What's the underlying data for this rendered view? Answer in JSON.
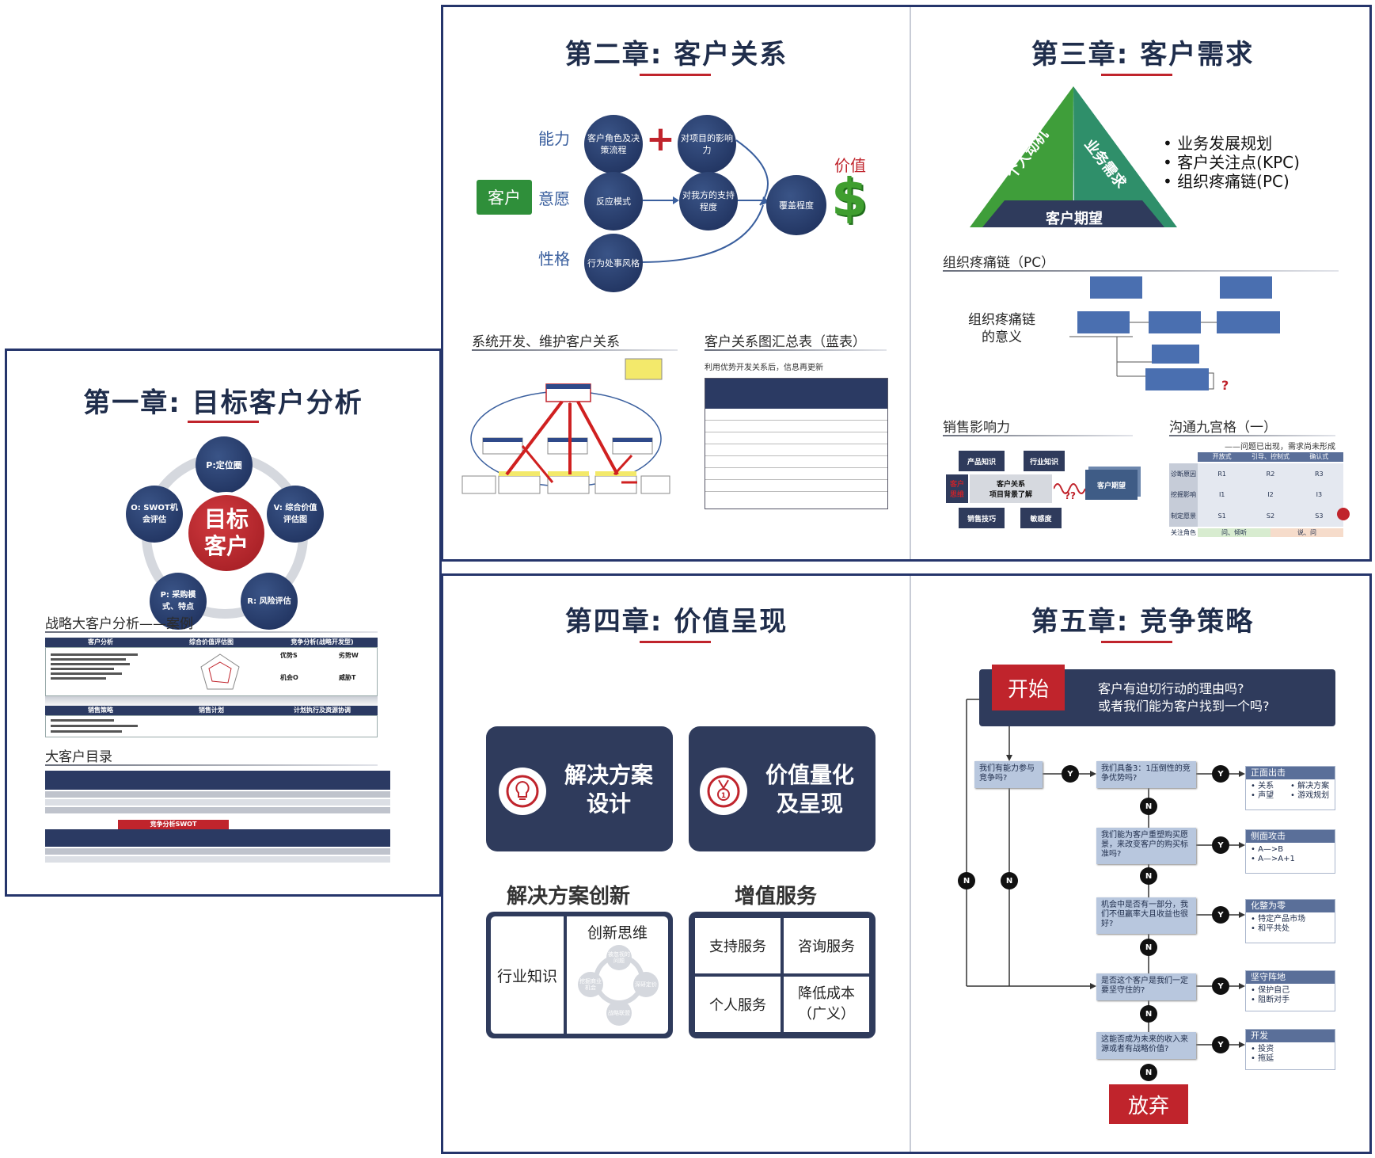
{
  "ch1": {
    "title": "第一章: 目标客户分析",
    "center": "目标\n客户",
    "spokes": [
      "P:定位圈",
      "V: 综合价值评估图",
      "R: 风险评估",
      "P: 采购模式、特点",
      "O: SWOT机会评估"
    ],
    "case_title": "战略大客户分析——案例",
    "case_headers": [
      "客户分析",
      "综合价值评估图",
      "竞争分析(战略开发型)"
    ],
    "swot_labels": [
      "优势S",
      "劣势W",
      "机会O",
      "威胁T"
    ],
    "case_row2": [
      "销售策略",
      "销售计划",
      "计划执行及资源协调"
    ],
    "catalog_title": "大客户目录",
    "swot_bar": "竞争分析SWOT"
  },
  "ch2": {
    "title": "第二章: 客户关系",
    "customer": "客户",
    "row_labels": [
      "能力",
      "意愿",
      "性格"
    ],
    "circles": [
      "客户角色及决策流程",
      "对项目的影响力",
      "反应模式",
      "对我方的支持程度",
      "行为处事风格",
      "覆盖程度"
    ],
    "value_label": "价值",
    "dollar": "$",
    "plus": "+",
    "sub1": "系统开发、维护客户关系",
    "sub2": "客户关系图汇总表（蓝表）",
    "sub2_note": "利用优势开发关系后，信息再更新"
  },
  "ch3": {
    "title": "第三章: 客户需求",
    "tri_left": "个人动机",
    "tri_right": "业务需求",
    "tri_bottom": "客户期望",
    "bullets": [
      "业务发展规划",
      "客户关注点(KPC)",
      "组织疼痛链(PC)"
    ],
    "pc_title": "组织疼痛链（PC）",
    "pc_meaning": "组织疼痛链\n的意义",
    "question": "?",
    "sales_title": "销售影响力",
    "cubes": [
      "产品知识",
      "行业知识",
      "客户关系\n项目背景了解",
      "销售技巧",
      "敏感度",
      "客户期望"
    ],
    "cube_side": "客户\n思维",
    "qq": "??",
    "nine_title": "沟通九宫格（一）",
    "nine_sub": "——问题已出现，需求尚未形成",
    "nine_cols": [
      "开放式",
      "引导、控制式",
      "确认式"
    ],
    "nine_rows": [
      "诊断原因",
      "挖掘影响",
      "制定愿景"
    ],
    "nine_cells": [
      "R1",
      "R2",
      "R3",
      "I1",
      "I2",
      "I3",
      "S1",
      "S2",
      "S3"
    ],
    "nine_foot": [
      "关注角色",
      "问、倾听",
      "说、问"
    ]
  },
  "ch4": {
    "title": "第四章: 价值呈现",
    "box1": "解决方案\n设计",
    "box2": "价值量化\n及呈现",
    "sub1": "解决方案创新",
    "sub2": "增值服务",
    "industry": "行业知识",
    "innov": "创新思维",
    "innov_circles": [
      "被忽视的问题",
      "深研定价",
      "战略联盟",
      "挖掘商业机会"
    ],
    "services": [
      "支持服务",
      "咨询服务",
      "个人服务",
      "降低成本\n（广义）"
    ]
  },
  "ch5": {
    "title": "第五章: 竞争策略",
    "start": "开始",
    "start_q": "客户有迫切行动的理由吗?\n或者我们能为客户找到一个吗?",
    "q0": "我们有能力参与竞争吗?",
    "qs": [
      "我们具备3：1压倒性的竞争优势吗?",
      "我们能为客户重塑购买愿景，来改变客户的购买标准吗?",
      "机会中是否有一部分，我们不但赢率大且收益也很好?",
      "是否这个客户是我们一定要坚守住的?",
      "这能否成为未来的收入来源或者有战略价值?"
    ],
    "yes": "Y",
    "no": "N",
    "results": [
      {
        "title": "正面出击",
        "items": [
          "关系",
          "解决方案",
          "声望",
          "游戏规划"
        ]
      },
      {
        "title": "侧面攻击",
        "items": [
          "A—>B",
          "A—>A+1"
        ]
      },
      {
        "title": "化整为零",
        "items": [
          "特定产品市场",
          "和平共处"
        ]
      },
      {
        "title": "坚守阵地",
        "items": [
          "保护自己",
          "阻断对手"
        ]
      },
      {
        "title": "开发",
        "items": [
          "投资",
          "拖延"
        ]
      }
    ],
    "give_up": "放弃"
  },
  "colors": {
    "navy": "#25356b",
    "red": "#c0242c",
    "green": "#2f8f3a",
    "blue_text": "#3a5f9e"
  }
}
